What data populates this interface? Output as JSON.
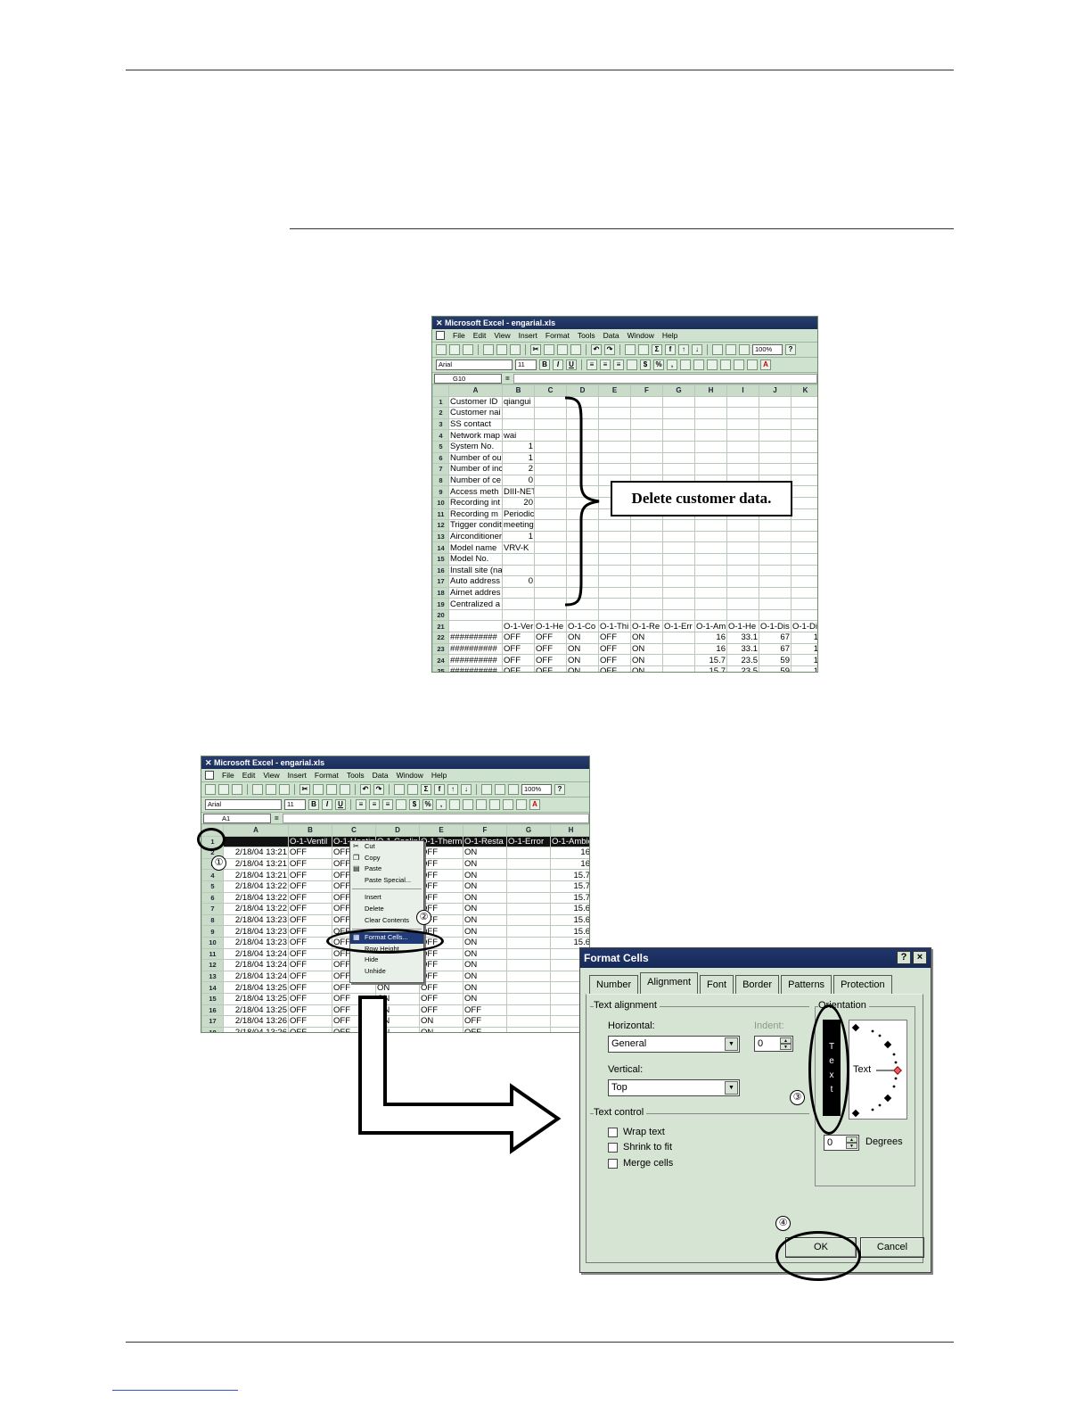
{
  "screenshot1": {
    "title": "Microsoft Excel - engarial.xls",
    "menu": [
      "File",
      "Edit",
      "View",
      "Insert",
      "Format",
      "Tools",
      "Data",
      "Window",
      "Help"
    ],
    "zoom": "100%",
    "font_name": "Arial",
    "font_size": "11",
    "name_box": "G10",
    "columns": [
      "A",
      "B",
      "C",
      "D",
      "E",
      "F",
      "G",
      "H",
      "I",
      "J",
      "K"
    ],
    "rows": [
      {
        "n": "1",
        "a": "Customer ID",
        "b": "qiangui"
      },
      {
        "n": "2",
        "a": "Customer nai",
        "b": ""
      },
      {
        "n": "3",
        "a": "SS contact",
        "b": ""
      },
      {
        "n": "4",
        "a": "Network map",
        "b": "wai"
      },
      {
        "n": "5",
        "a": "System No.",
        "b": "1"
      },
      {
        "n": "6",
        "a": "Number of ou",
        "b": "1"
      },
      {
        "n": "7",
        "a": "Number of inc",
        "b": "2"
      },
      {
        "n": "8",
        "a": "Number of ce",
        "b": "0"
      },
      {
        "n": "9",
        "a": "Access meth",
        "b": "DIII-NET"
      },
      {
        "n": "10",
        "a": "Recording int",
        "b": "20"
      },
      {
        "n": "11",
        "a": "Recording m",
        "b": "Periodic record"
      },
      {
        "n": "12",
        "a": "Trigger condition",
        "b": "meeting time"
      },
      {
        "n": "13",
        "a": "Airconditioner",
        "b": "1"
      },
      {
        "n": "14",
        "a": "Model name",
        "b": "VRV-K"
      },
      {
        "n": "15",
        "a": "Model No.",
        "b": ""
      },
      {
        "n": "16",
        "a": "Install site (na",
        "b": ""
      },
      {
        "n": "17",
        "a": "Auto address",
        "b": "0"
      },
      {
        "n": "18",
        "a": "Airnet addres",
        "b": ""
      },
      {
        "n": "19",
        "a": "Centralized a",
        "b": ""
      },
      {
        "n": "20",
        "a": "",
        "b": ""
      }
    ],
    "header_row": {
      "n": "21",
      "cells": [
        "",
        "O-1-Ver",
        "O-1-He",
        "O-1-Co",
        "O-1-Thi",
        "O-1-Re",
        "O-1-Err",
        "O-1-Am",
        "O-1-He",
        "O-1-Dis",
        "O-1-Di"
      ]
    },
    "data_rows": [
      {
        "n": "22",
        "cells": [
          "##########",
          "OFF",
          "OFF",
          "ON",
          "OFF",
          "ON",
          "",
          "16",
          "33.1",
          "67",
          "1"
        ]
      },
      {
        "n": "23",
        "cells": [
          "##########",
          "OFF",
          "OFF",
          "ON",
          "OFF",
          "ON",
          "",
          "16",
          "33.1",
          "67",
          "1"
        ]
      },
      {
        "n": "24",
        "cells": [
          "##########",
          "OFF",
          "OFF",
          "ON",
          "OFF",
          "ON",
          "",
          "15.7",
          "23.5",
          "59",
          "1"
        ]
      },
      {
        "n": "25",
        "cells": [
          "##########",
          "OFF",
          "OFF",
          "ON",
          "OFF",
          "ON",
          "",
          "15.7",
          "23.5",
          "59",
          "1"
        ]
      }
    ],
    "annotation": "Delete customer data."
  },
  "screenshot2": {
    "title": "Microsoft Excel - engarial.xls",
    "menu": [
      "File",
      "Edit",
      "View",
      "Insert",
      "Format",
      "Tools",
      "Data",
      "Window",
      "Help"
    ],
    "zoom": "100%",
    "font_name": "Arial",
    "font_size": "11",
    "name_box": "A1",
    "columns": [
      "A",
      "B",
      "C",
      "D",
      "E",
      "F",
      "G",
      "H"
    ],
    "header_row": {
      "n": "1",
      "cells": [
        "",
        "O-1-Ventil",
        "O-1-Heatin",
        "O-1-Coolin",
        "O-1-Therm",
        "O-1-Resta",
        "O-1-Error",
        "O-1-Ambie"
      ]
    },
    "rows": [
      {
        "n": "2",
        "cells": [
          "2/18/04 13:21",
          "OFF",
          "OFF",
          "ON",
          "OFF",
          "ON",
          "",
          "16"
        ]
      },
      {
        "n": "3",
        "cells": [
          "2/18/04 13:21",
          "OFF",
          "OFF",
          "ON",
          "OFF",
          "ON",
          "",
          "16"
        ]
      },
      {
        "n": "4",
        "cells": [
          "2/18/04 13:21",
          "OFF",
          "OFF",
          "ON",
          "OFF",
          "ON",
          "",
          "15.7"
        ]
      },
      {
        "n": "5",
        "cells": [
          "2/18/04 13:22",
          "OFF",
          "OFF",
          "ON",
          "OFF",
          "ON",
          "",
          "15.7"
        ]
      },
      {
        "n": "6",
        "cells": [
          "2/18/04 13:22",
          "OFF",
          "OFF",
          "ON",
          "OFF",
          "ON",
          "",
          "15.7"
        ]
      },
      {
        "n": "7",
        "cells": [
          "2/18/04 13:22",
          "OFF",
          "OFF",
          "ON",
          "OFF",
          "ON",
          "",
          "15.6"
        ]
      },
      {
        "n": "8",
        "cells": [
          "2/18/04 13:23",
          "OFF",
          "OFF",
          "ON",
          "OFF",
          "ON",
          "",
          "15.6"
        ]
      },
      {
        "n": "9",
        "cells": [
          "2/18/04 13:23",
          "OFF",
          "OFF",
          "ON",
          "OFF",
          "ON",
          "",
          "15.6"
        ]
      },
      {
        "n": "10",
        "cells": [
          "2/18/04 13:23",
          "OFF",
          "OFF",
          "ON",
          "OFF",
          "ON",
          "",
          "15.6"
        ]
      },
      {
        "n": "11",
        "cells": [
          "2/18/04 13:24",
          "OFF",
          "OFF",
          "ON",
          "OFF",
          "ON",
          "",
          "15"
        ]
      },
      {
        "n": "12",
        "cells": [
          "2/18/04 13:24",
          "OFF",
          "OFF",
          "ON",
          "OFF",
          "ON",
          "",
          "15"
        ]
      },
      {
        "n": "13",
        "cells": [
          "2/18/04 13:24",
          "OFF",
          "OFF",
          "ON",
          "OFF",
          "ON",
          "",
          "15"
        ]
      },
      {
        "n": "14",
        "cells": [
          "2/18/04 13:25",
          "OFF",
          "OFF",
          "ON",
          "OFF",
          "ON",
          "",
          "15"
        ]
      },
      {
        "n": "15",
        "cells": [
          "2/18/04 13:25",
          "OFF",
          "OFF",
          "ON",
          "OFF",
          "ON",
          "",
          "15"
        ]
      },
      {
        "n": "16",
        "cells": [
          "2/18/04 13:25",
          "OFF",
          "OFF",
          "ON",
          "OFF",
          "OFF",
          "",
          "15"
        ]
      },
      {
        "n": "17",
        "cells": [
          "2/18/04 13:26",
          "OFF",
          "OFF",
          "ON",
          "ON",
          "OFF",
          "",
          "15"
        ]
      },
      {
        "n": "18",
        "cells": [
          "2/18/04 13:26",
          "OFF",
          "OFF",
          "ON",
          "ON",
          "OFF",
          "",
          "15"
        ]
      }
    ],
    "context_menu": {
      "cut": "Cut",
      "copy": "Copy",
      "paste": "Paste",
      "paste_special": "Paste Special...",
      "insert": "Insert",
      "delete": "Delete",
      "clear_contents": "Clear Contents",
      "format_cells": "Format Cells...",
      "row_height": "Row Height...",
      "hide": "Hide",
      "unhide": "Unhide"
    }
  },
  "dialog": {
    "title": "Format Cells",
    "help_button": "?",
    "close_button": "×",
    "tabs": [
      "Number",
      "Alignment",
      "Font",
      "Border",
      "Patterns",
      "Protection"
    ],
    "active_tab": "Alignment",
    "text_alignment_label": "Text alignment",
    "horizontal_label": "Horizontal:",
    "horizontal_value": "General",
    "indent_label": "Indent:",
    "indent_value": "0",
    "vertical_label": "Vertical:",
    "vertical_value": "Top",
    "text_control_label": "Text control",
    "wrap_text": "Wrap text",
    "shrink_to_fit": "Shrink to fit",
    "merge_cells": "Merge cells",
    "orientation_label": "Orientation",
    "vertical_text": "Text",
    "dial_text": "Text",
    "degrees_value": "0",
    "degrees_label": "Degrees",
    "ok": "OK",
    "cancel": "Cancel"
  },
  "callouts": [
    "①",
    "②",
    "③",
    "④"
  ]
}
